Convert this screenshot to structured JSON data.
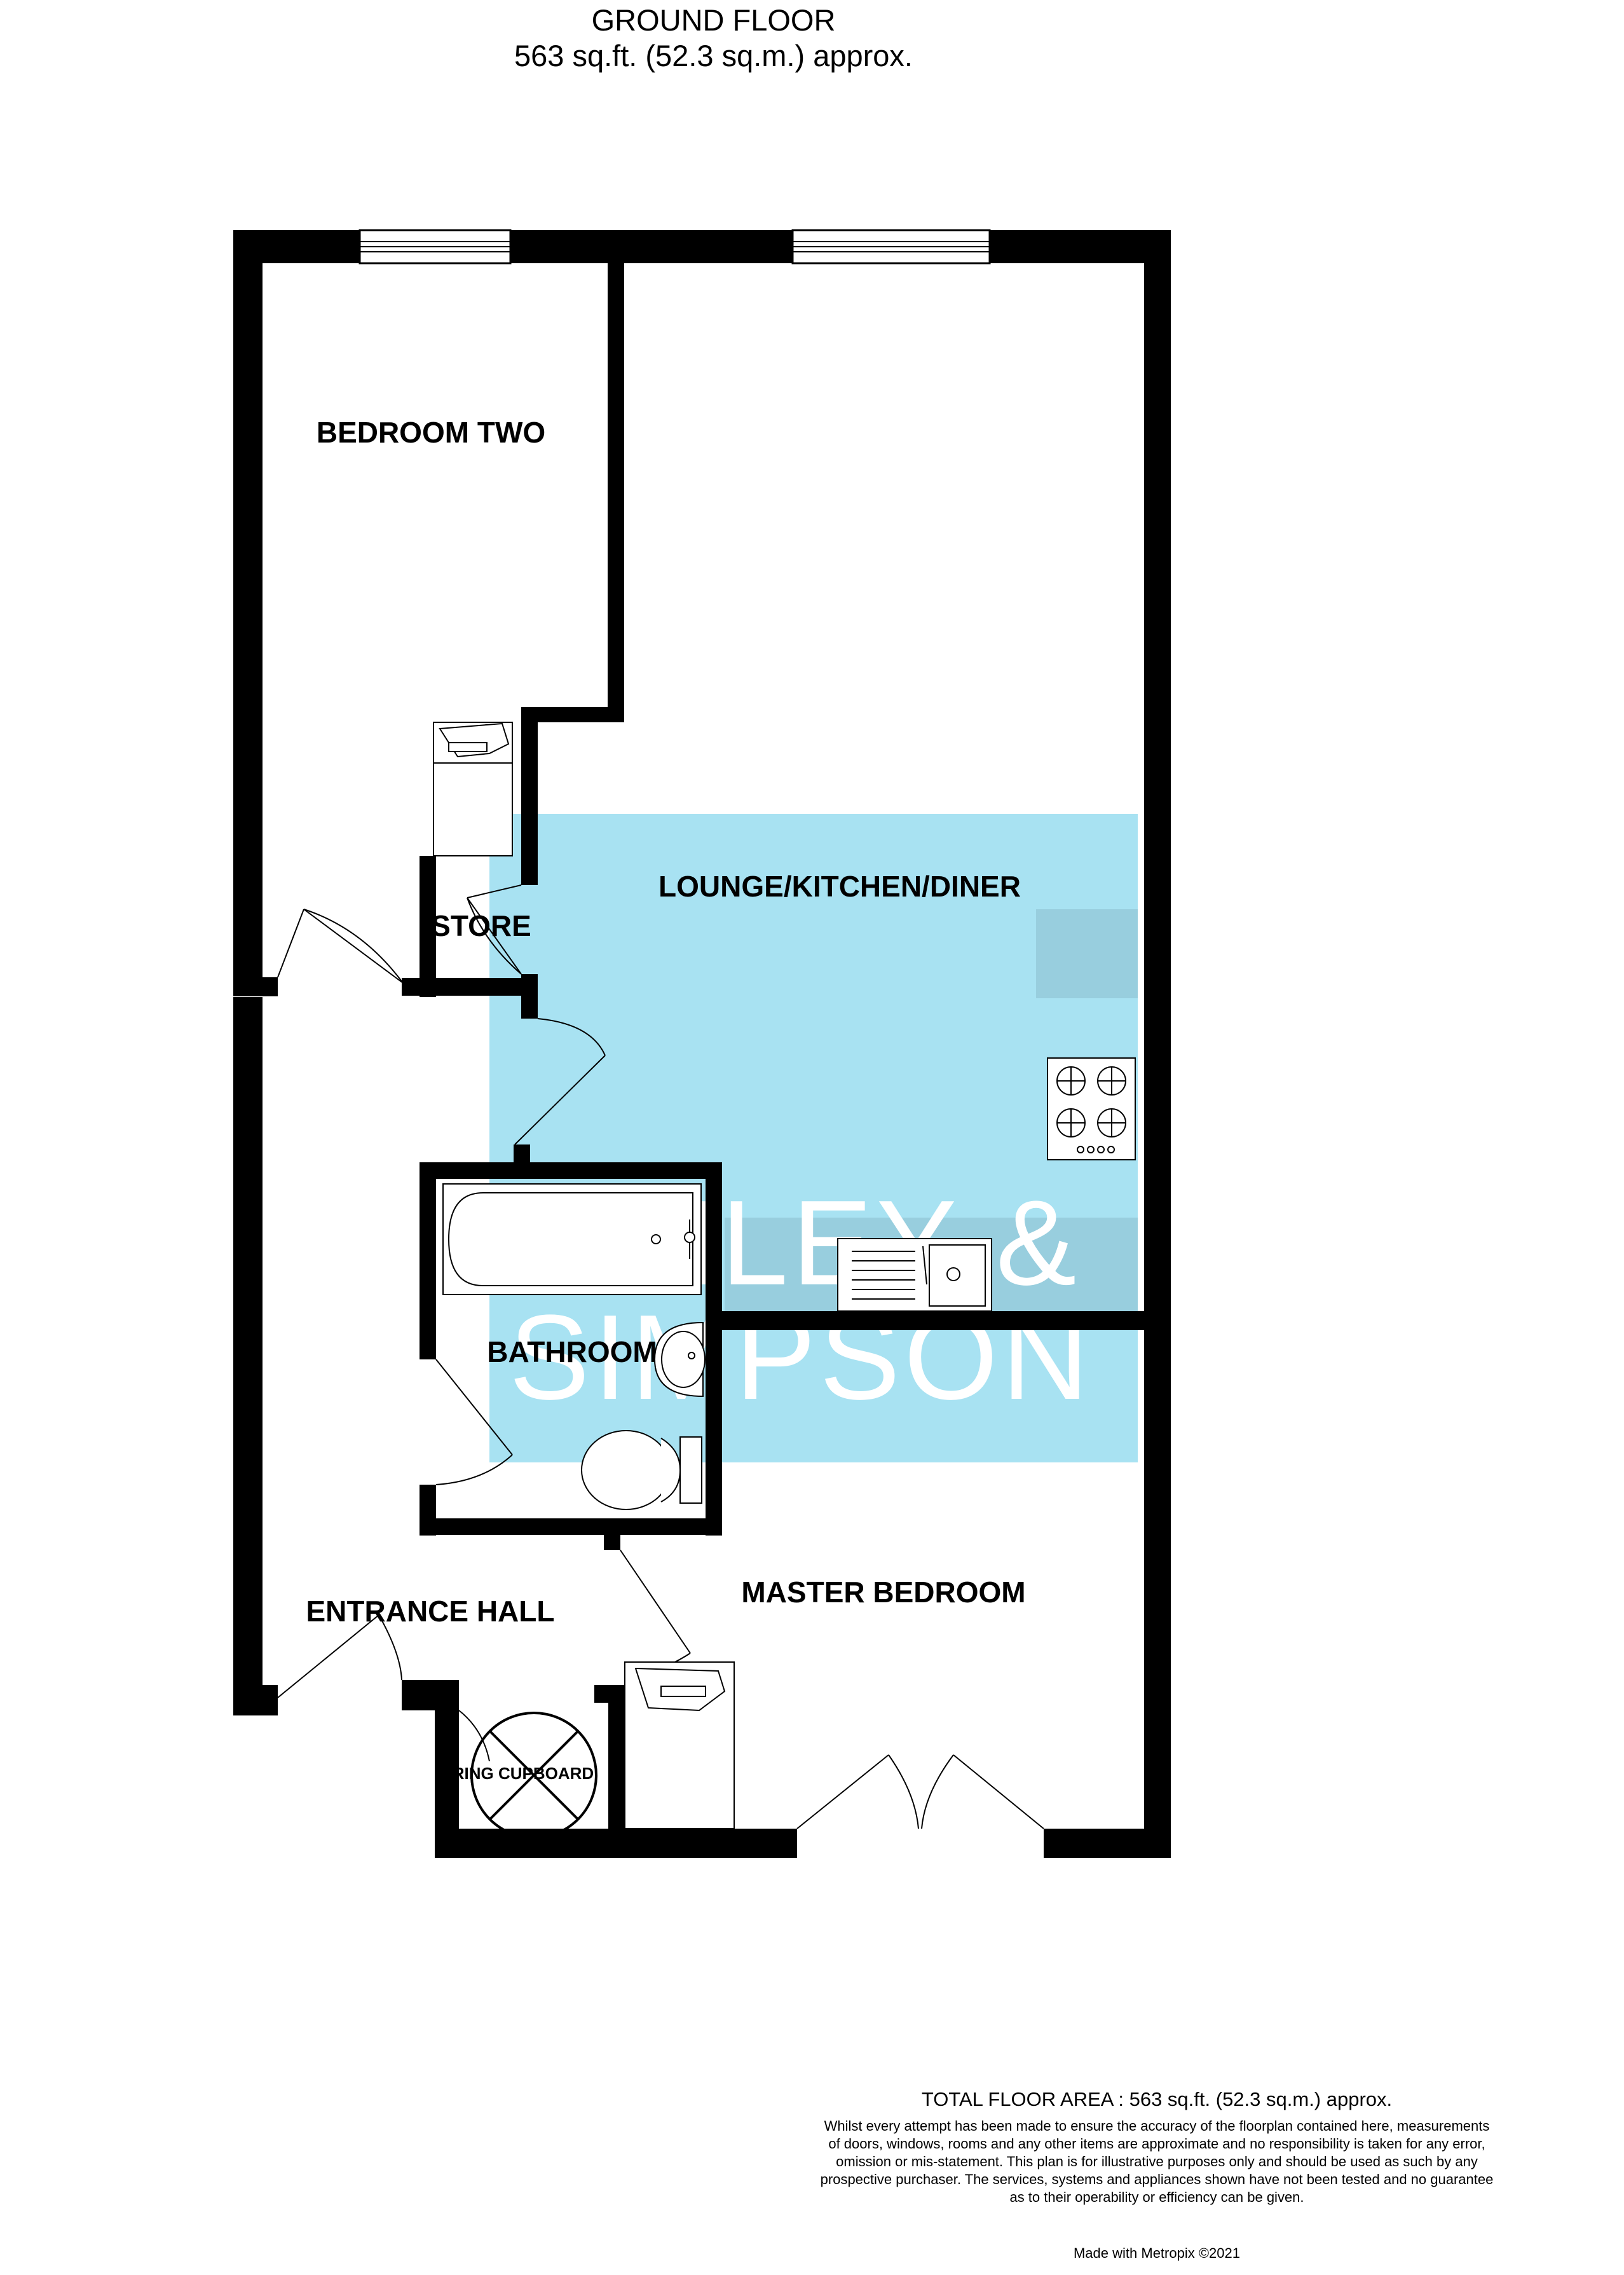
{
  "header": {
    "floor_name": "GROUND FLOOR",
    "floor_area": "563 sq.ft. (52.3 sq.m.) approx."
  },
  "rooms": {
    "bedroom_two": "BEDROOM TWO",
    "lounge_kitchen_diner": "LOUNGE/KITCHEN/DINER",
    "store": "STORE",
    "bathroom": "BATHROOM",
    "entrance_hall": "ENTRANCE HALL",
    "master_bedroom": "MASTER BEDROOM",
    "airing_cupboard": "AIRING CUPBOARD"
  },
  "watermark": {
    "line1": "LINLEY &",
    "line2": "SIMPSON"
  },
  "footer": {
    "total_area": "TOTAL FLOOR AREA : 563 sq.ft. (52.3 sq.m.) approx.",
    "disclaimer_lines": [
      "Whilst every attempt has been made to ensure the accuracy of the floorplan contained here, measurements",
      "of doors, windows, rooms and any other items are approximate and no responsibility is taken for any error,",
      "omission or mis-statement. This plan is for illustrative purposes only and should be used as such by any",
      "prospective purchaser. The services, systems and appliances shown have not been tested and no guarantee",
      "as to their operability or efficiency can be given."
    ],
    "made_with": "Made with Metropix ©2021"
  },
  "colors": {
    "wall": "#000000",
    "logo_fill": "#a8e2f2",
    "logo_text": "#ffffff",
    "logo_shadow": "#98cede"
  }
}
